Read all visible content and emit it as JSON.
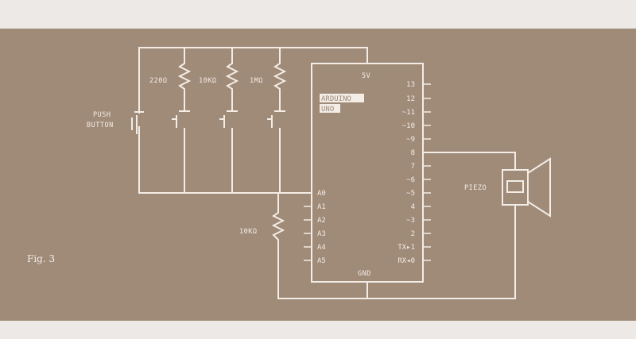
{
  "figure": {
    "caption": "Fig. 3",
    "push_button_label": [
      "PUSH",
      "BUTTON"
    ],
    "resistors_top": [
      "220Ω",
      "10KΩ",
      "1MΩ"
    ],
    "resistor_bottom": "10KΩ",
    "board": {
      "title": "ARDUINO",
      "model": "UNO",
      "power_pin": "5V",
      "ground_pin": "GND",
      "left_pins": [
        "A0",
        "A1",
        "A2",
        "A3",
        "A4",
        "A5"
      ],
      "right_pins": [
        "13",
        "12",
        "~11",
        "~10",
        "~9",
        "8",
        "7",
        "~6",
        "~5",
        "4",
        "~3",
        "2",
        "TX▸1",
        "RX◂0"
      ]
    },
    "piezo_label": "PIEZO"
  },
  "colors": {
    "background": "#a08a78",
    "line": "#f3ede6",
    "page": "#ece9e6"
  }
}
